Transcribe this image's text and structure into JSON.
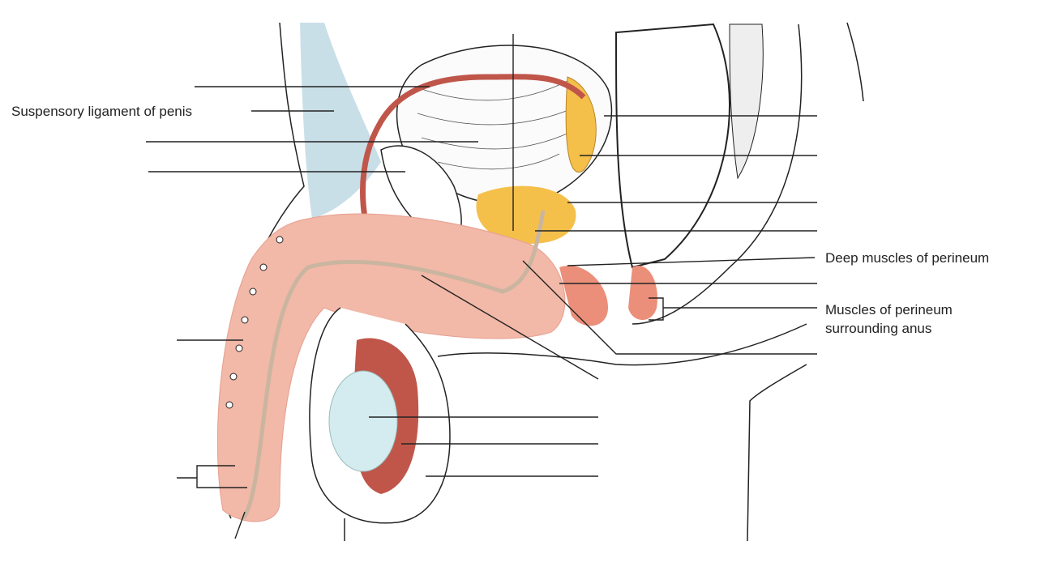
{
  "labels": {
    "suspensory_ligament": "Suspensory ligament of penis",
    "deep_muscles": "Deep muscles of perineum",
    "anus_muscles_line1": "Muscles of perineum",
    "anus_muscles_line2": "surrounding anus"
  },
  "colors": {
    "tissue_pink": "#f2b8a8",
    "artery_red": "#c0564a",
    "gland_yellow": "#f5c04a",
    "testis_blue": "#d4ecef",
    "ligament_blue": "#c9dfe8",
    "muscle_salmon": "#eb8f7a"
  }
}
